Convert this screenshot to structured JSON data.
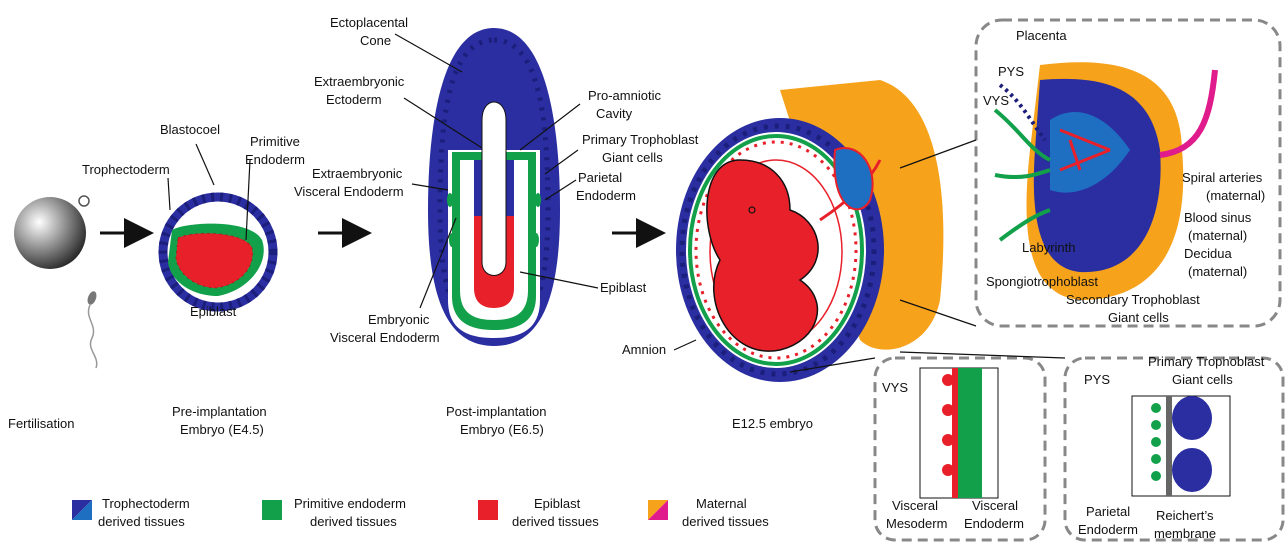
{
  "colors": {
    "trophectoderm": "#2a2ea0",
    "trophectoderm_alt": "#1e6fc2",
    "primitive_endoderm": "#12a04a",
    "epiblast": "#e8202a",
    "maternal": "#f7a21b",
    "maternal_alt": "#e01b8c",
    "dashed_box": "#888888"
  },
  "stages": {
    "fertilisation": "Fertilisation",
    "pre_line1": "Pre-implantation",
    "pre_line2": "Embryo (E4.5)",
    "post_line1": "Post-implantation",
    "post_line2": "Embryo (E6.5)",
    "e125": "E12.5 embryo"
  },
  "labels": {
    "blastocoel": "Blastocoel",
    "primitive_endoderm_1": "Primitive",
    "primitive_endoderm_2": "Endoderm",
    "trophectoderm": "Trophectoderm",
    "epiblast_pre": "Epiblast",
    "ectoplacental_1": "Ectoplacental",
    "ectoplacental_2": "Cone",
    "extraemb_ecto_1": "Extraembryonic",
    "extraemb_ecto_2": "Ectoderm",
    "proamniotic_1": "Pro-amniotic",
    "proamniotic_2": "Cavity",
    "ptgc_1": "Primary Trophoblast",
    "ptgc_2": "Giant cells",
    "extraemb_visc_1": "Extraembryonic",
    "extraemb_visc_2": "Visceral Endoderm",
    "parietal_1": "Parietal",
    "parietal_2": "Endoderm",
    "epiblast_post": "Epiblast",
    "emb_visc_1": "Embryonic",
    "emb_visc_2": "Visceral Endoderm",
    "amnion": "Amnion",
    "placenta": "Placenta",
    "pys": "PYS",
    "vys": "VYS",
    "spiral_1": "Spiral arteries",
    "spiral_2": "(maternal)",
    "sinus_1": "Blood sinus",
    "sinus_2": "(maternal)",
    "decidua_1": "Decidua",
    "decidua_2": "(maternal)",
    "labyrinth": "Labyrinth",
    "spongio": "Spongiotrophoblast",
    "stgc_1": "Secondary Trophoblast",
    "stgc_2": "Giant cells",
    "inset_vys": "VYS",
    "visc_meso_1": "Visceral",
    "visc_meso_2": "Mesoderm",
    "visc_endo_1": "Visceral",
    "visc_endo_2": "Endoderm",
    "inset_pys": "PYS",
    "inset_ptgc_1": "Primary Trophoblast",
    "inset_ptgc_2": "Giant cells",
    "inset_parietal_1": "Parietal",
    "inset_parietal_2": "Endoderm",
    "reichert_1": "Reichert’s",
    "reichert_2": "membrane"
  },
  "legend": [
    {
      "line1": "Trophectoderm",
      "line2": "derived tissues"
    },
    {
      "line1": "Primitive endoderm",
      "line2": "derived tissues"
    },
    {
      "line1": "Epiblast",
      "line2": "derived tissues"
    },
    {
      "line1": "Maternal",
      "line2": "derived tissues"
    }
  ]
}
